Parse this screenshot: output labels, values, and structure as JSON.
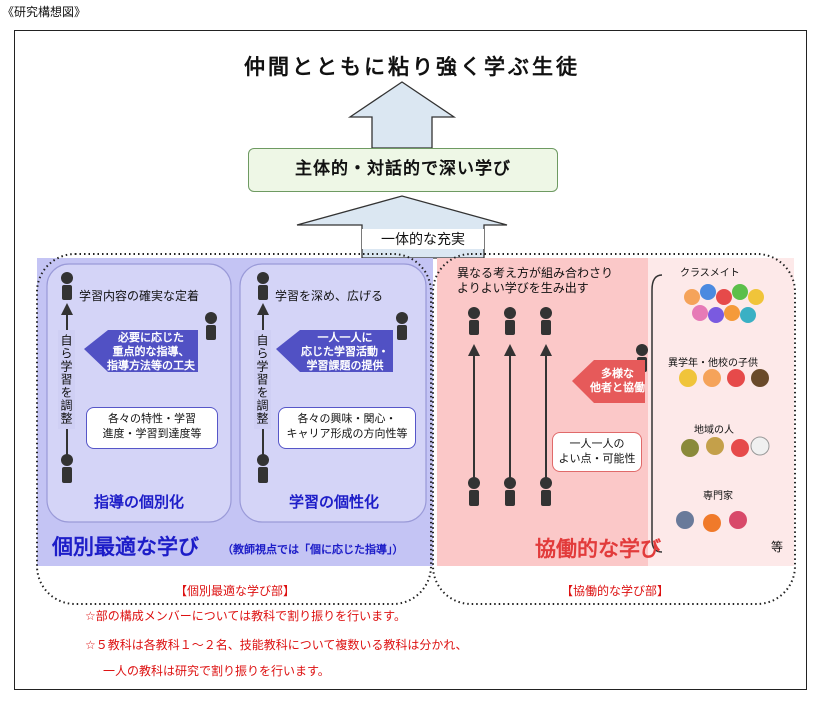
{
  "caption": "《研究構想図》",
  "goal": "仲間とともに粘り強く学ぶ生徒",
  "main_learning": "主体的・対話的で深い学び",
  "integration": "一体的な充実",
  "left": {
    "col1": {
      "top_label": "学習内容の確実な定着",
      "vertical": "自ら学習を調整",
      "pointer": "必要に応じた\n重点的な指導、\n指導方法等の工夫",
      "bubble": "各々の特性・学習\n進度・学習到達度等",
      "bottom_label": "指導の個別化"
    },
    "col2": {
      "top_label": "学習を深め、広げる",
      "vertical": "自ら学習を調整",
      "pointer": "一人一人に\n応じた学習活動・\n学習課題の提供",
      "bubble": "各々の興味・関心・\nキャリア形成の方向性等",
      "bottom_label": "学習の個性化"
    },
    "title": "個別最適な学び",
    "title_note": "（教師視点では「個に応じた指導」）",
    "dept": "【個別最適な学び部】"
  },
  "right": {
    "top_label": "異なる考え方が組み合わさり\nよりよい学びを生み出す",
    "pointer": "多様な\n他者と協働",
    "bubble": "一人一人の\nよい点・可能性",
    "title": "協働的な学び",
    "groups": [
      "クラスメイト",
      "異学年・他校の子供",
      "地域の人",
      "専門家"
    ],
    "etc": "等",
    "dept": "【協働的な学び部】"
  },
  "notes": [
    "☆部の構成メンバーについては教科で割り振りを行います。",
    "☆５教科は各教科１～２名、技能教科について複数いる教科は分かれ、",
    "一人の教科は研究で割り振りを行います。"
  ],
  "colors": {
    "left_bg": "#c4c4f4",
    "right_bg": "#fbc8c8",
    "blue_title": "#1d1dc8",
    "red_title": "#e23b3b",
    "arrow_fill": "#dbe7f2",
    "note_red": "#dd1111"
  }
}
